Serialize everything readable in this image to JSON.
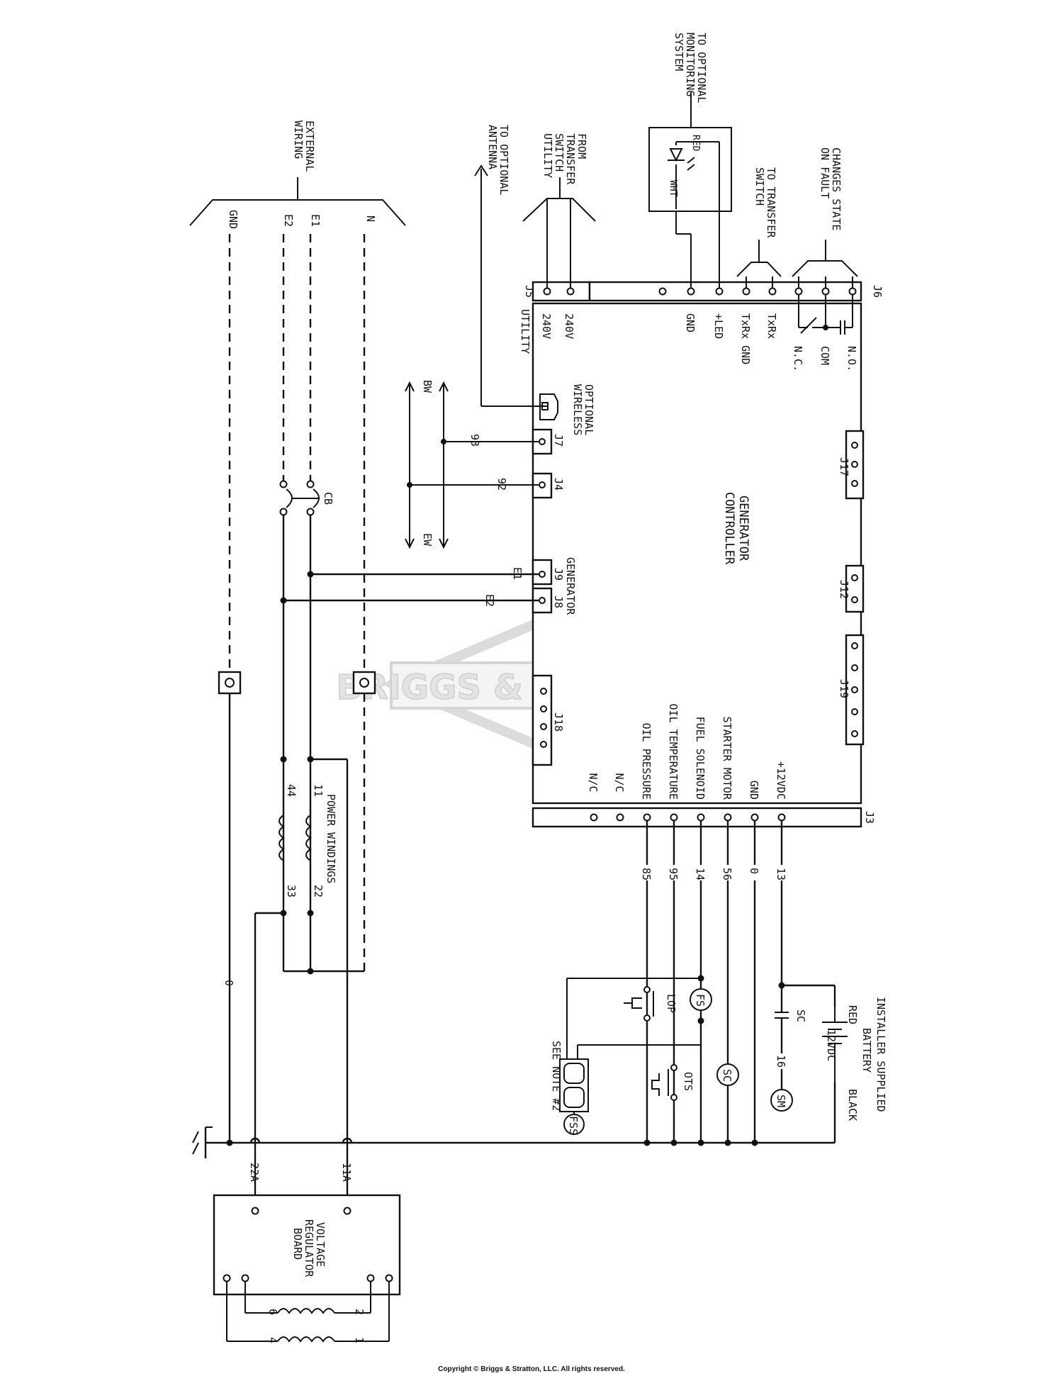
{
  "watermark": "BRIGGS & STRATTON",
  "copyright": "Copyright © Briggs & Stratton, LLC. All rights reserved.",
  "labels": {
    "external_wiring": [
      "EXTERNAL",
      "WIRING"
    ],
    "antenna": [
      "TO OPTIONAL",
      "ANTENNA"
    ],
    "from_transfer": [
      "FROM",
      "TRANSFER",
      "SWITCH",
      "UTILITY"
    ],
    "monitoring": [
      "TO OPTIONAL",
      "MONITORING",
      "SYSTEM"
    ],
    "to_transfer": [
      "TO TRANSFER",
      "SWITCH"
    ],
    "changes_state": [
      "CHANGES STATE",
      "ON FAULT"
    ],
    "generator_controller": [
      "GENERATOR",
      "CONTROLLER"
    ],
    "optional_wireless": [
      "OPTIONAL",
      "WIRELESS"
    ],
    "power_windings": "POWER WINDINGS",
    "voltage_regulator": [
      "VOLTAGE",
      "REGULATOR",
      "BOARD"
    ],
    "installer_supplied": "INSTALLER SUPPLIED",
    "battery": "BATTERY",
    "battery_voltage": "12VDC",
    "red": "RED",
    "black": "BLACK",
    "see_note": [
      "SEE NOTE #2"
    ],
    "cb": "CB",
    "bw": "BW",
    "ew": "EW",
    "generator_conn": "GENERATOR",
    "monitor_red": "RED",
    "monitor_wht": "WHT"
  },
  "external_wires": [
    "GND",
    "E2",
    "E1",
    "N"
  ],
  "connectors": {
    "j3": "J3",
    "j4": "J4",
    "j5": "J5",
    "j6": "J6",
    "j7": "J7",
    "j8": "J8",
    "j9": "J9",
    "j12": "J12",
    "j17": "J17",
    "j18": "J18",
    "j19": "J19"
  },
  "j5_pins": [
    "240V",
    "240V",
    "UTILITY"
  ],
  "j6_pins": [
    "GND",
    "+LED",
    "TxRx GND",
    "TxRx",
    "N.C.",
    "COM",
    "N.O."
  ],
  "j3_pins": [
    "N/C",
    "N/C",
    "OIL PRESSURE",
    "OIL TEMPERATURE",
    "FUEL SOLENOID",
    "STARTER MOTOR",
    "GND",
    "+12VDC"
  ],
  "j3_wires": [
    "85",
    "95",
    "14",
    "56",
    "0",
    "13"
  ],
  "wire_numbers": {
    "w93": "93",
    "w92": "92",
    "e1": "E1",
    "e2": "E2",
    "w44": "44",
    "w11": "11",
    "w33": "33",
    "w22": "22",
    "w0": "0",
    "w22a": "22A",
    "w11a": "11A",
    "w16": "16",
    "reg_6": "6",
    "reg_2": "2",
    "reg_4": "4",
    "reg_1": "1"
  },
  "components": {
    "fs": "FS",
    "sc": "SC",
    "sm": "SM",
    "fss": "FSS",
    "lop": "LOP",
    "ots": "OTS",
    "sc_diode": "SC"
  }
}
